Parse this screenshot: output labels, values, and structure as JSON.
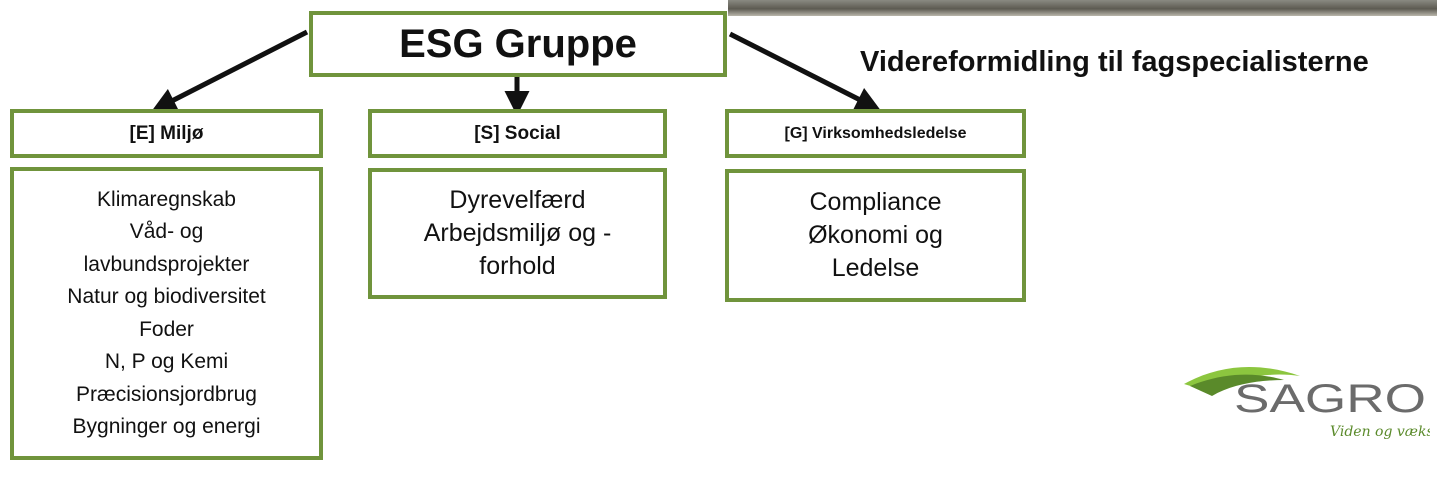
{
  "root": {
    "title": "ESG Gruppe"
  },
  "side_note": "Videreformidling til fagspecialisterne",
  "categories": [
    {
      "label": "[E] Miljø",
      "items": [
        "Klimaregnskab",
        "Våd- og",
        "lavbundsprojekter",
        "Natur og biodiversitet",
        "Foder",
        "N, P og Kemi",
        "Præcisionsjordbrug",
        "Bygninger og energi"
      ]
    },
    {
      "label": "[S] Social",
      "items": [
        "Dyrevelfærd",
        "Arbejdsmiljø og -",
        "forhold"
      ]
    },
    {
      "label": "[G] Virksomhedsledelse",
      "items": [
        "Compliance",
        "Økonomi og",
        "Ledelse"
      ]
    }
  ],
  "logo": {
    "wordmark": "SAGRO",
    "tagline": "Viden og vækst"
  },
  "colors": {
    "border": "#70943c",
    "arrow": "#111111",
    "logo_grey": "#6b6b6b",
    "logo_green": "#8cc63f"
  }
}
